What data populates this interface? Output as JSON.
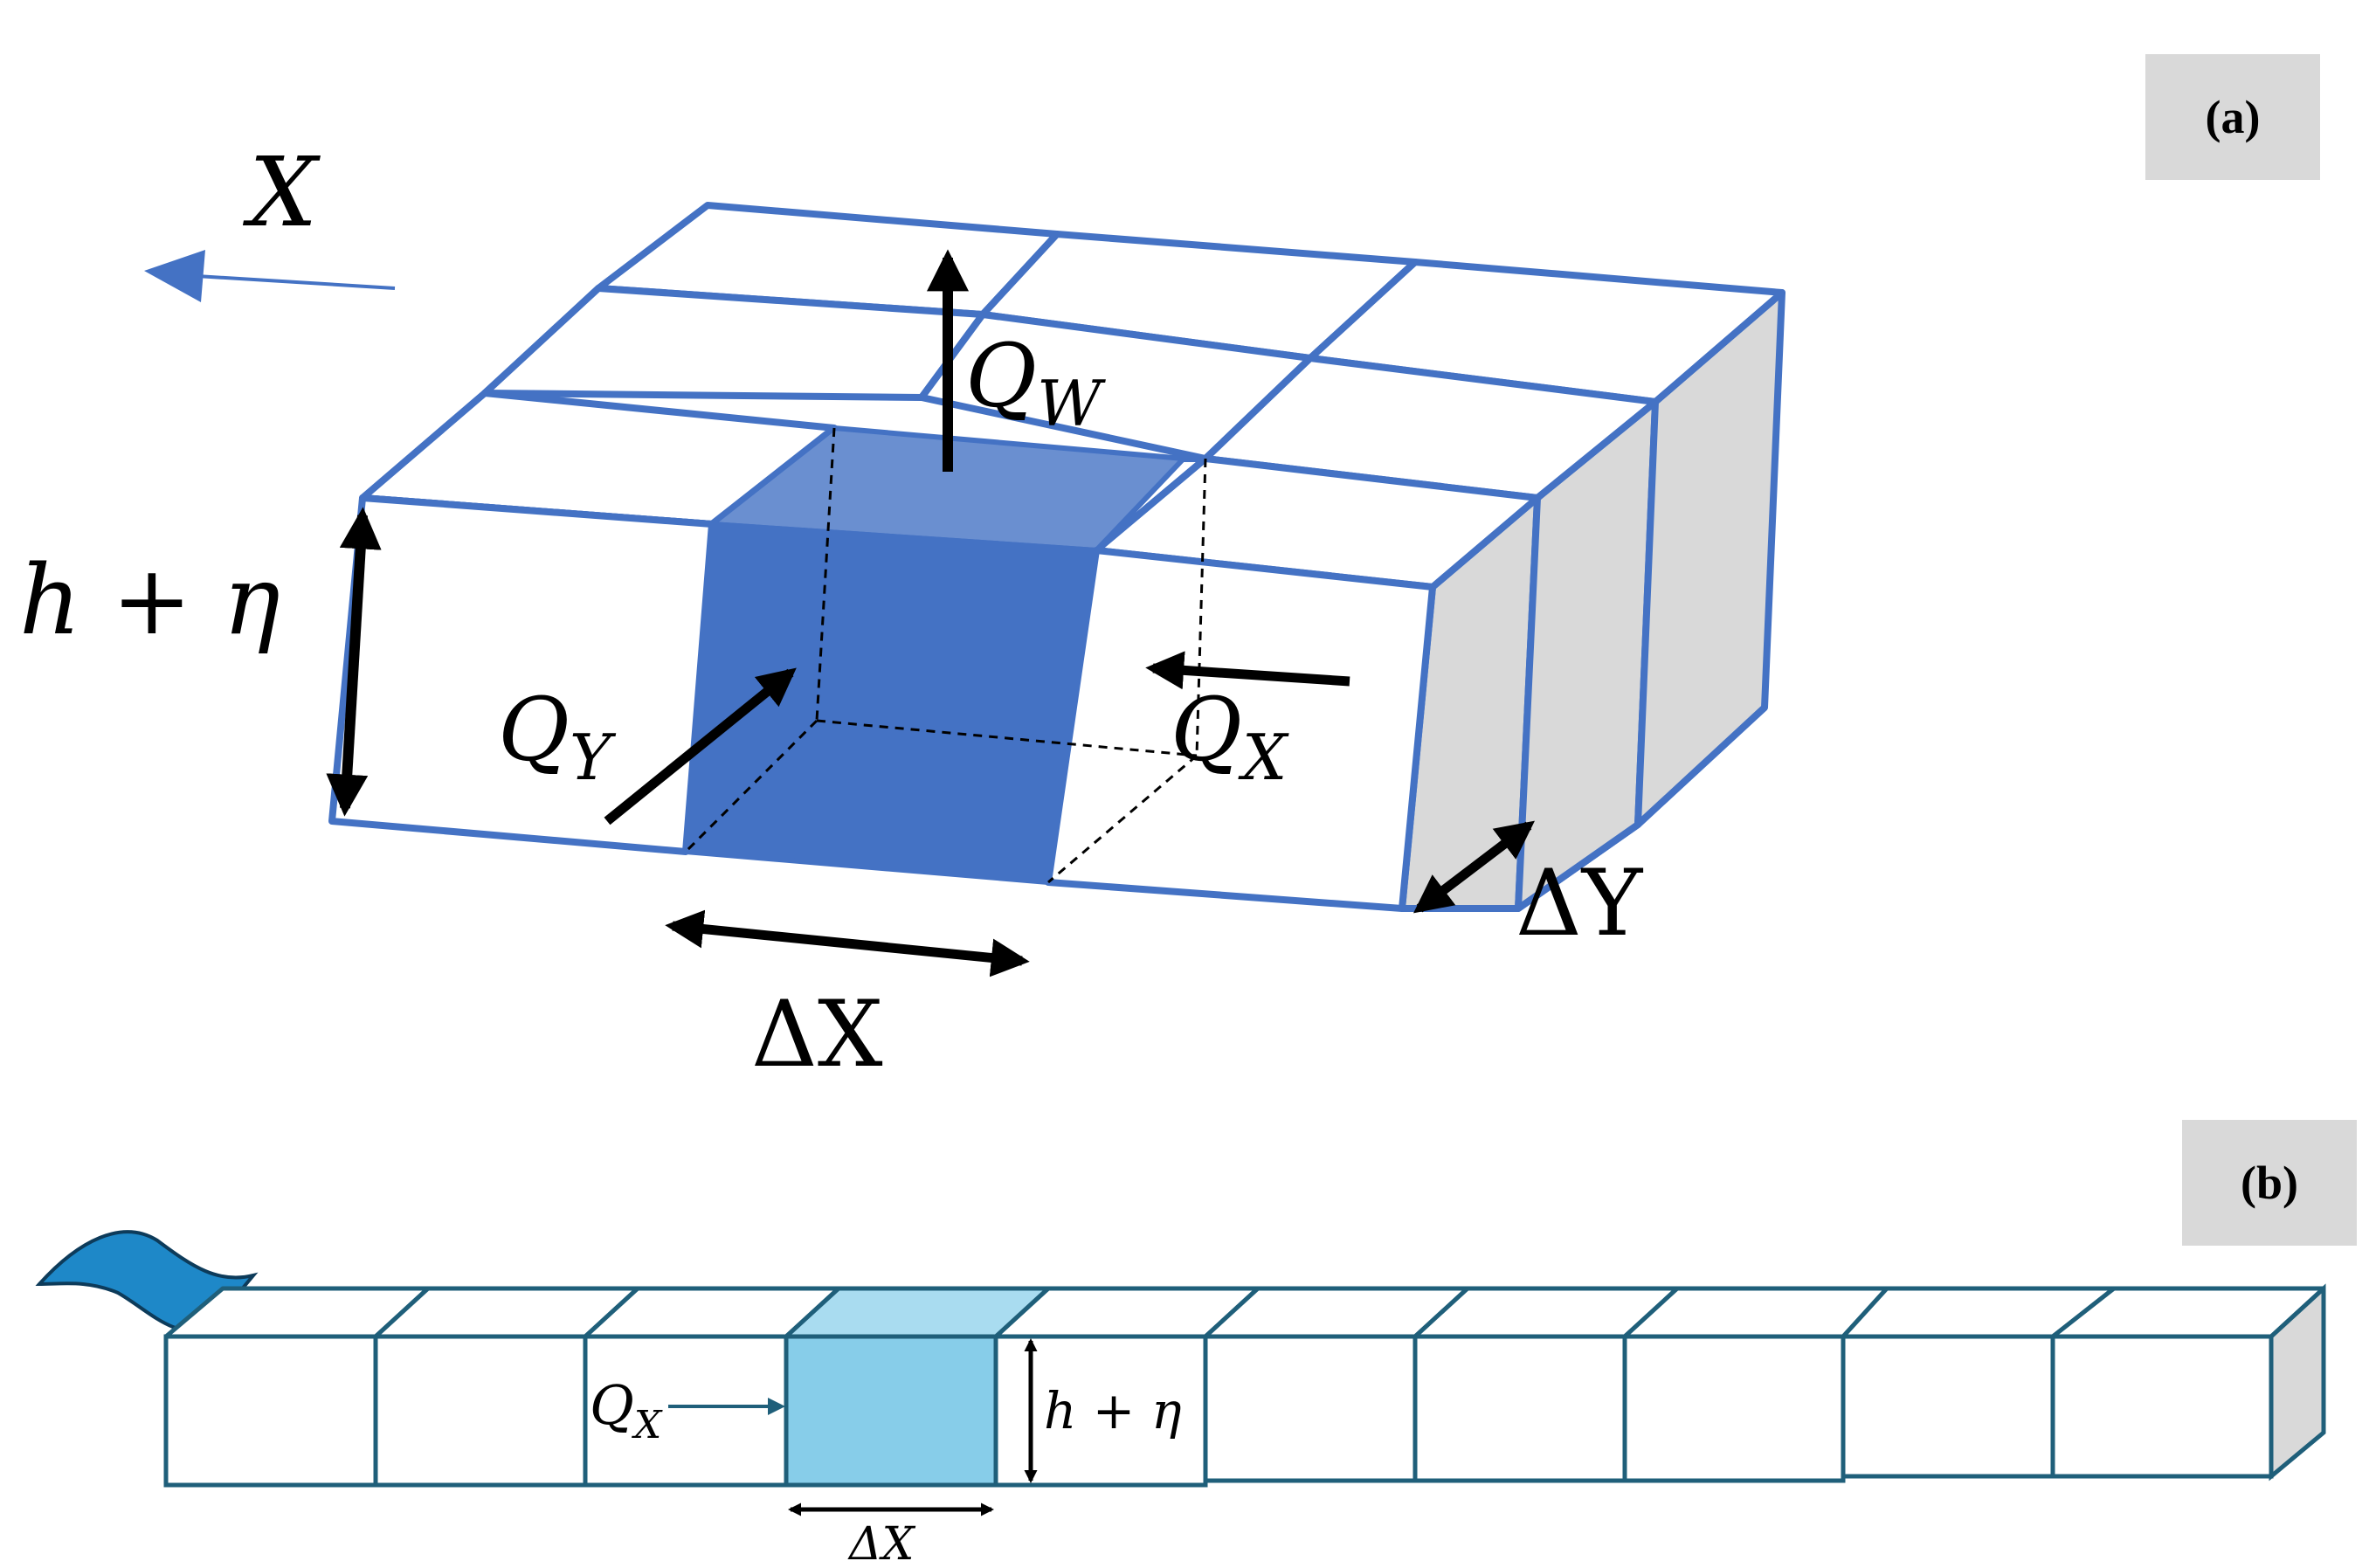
{
  "panel_a": {
    "label": "(a)",
    "axis_label": "X",
    "height_label": "h + η",
    "flux_y": {
      "base": "Q",
      "sub": "Y"
    },
    "flux_x": {
      "base": "Q",
      "sub": "X"
    },
    "flux_w": {
      "base": "Q",
      "sub": "W"
    },
    "dx_label": "ΔX",
    "dy_label": "ΔY"
  },
  "panel_b": {
    "label": "(b)",
    "flux_x": {
      "base": "Q",
      "sub": "X"
    },
    "height_label": "h + η",
    "dx_label": "ΔX"
  },
  "colors": {
    "grid_a": "#4472c4",
    "cell_a_side": "#4472c4",
    "cell_a_top": "#6a8fd0",
    "grid_b": "#1f5f7a",
    "cell_b_front": "#87cde9",
    "cell_b_top": "#a9dcf0",
    "side_face": "#d9d9d9",
    "wave": "#1e88c8"
  }
}
